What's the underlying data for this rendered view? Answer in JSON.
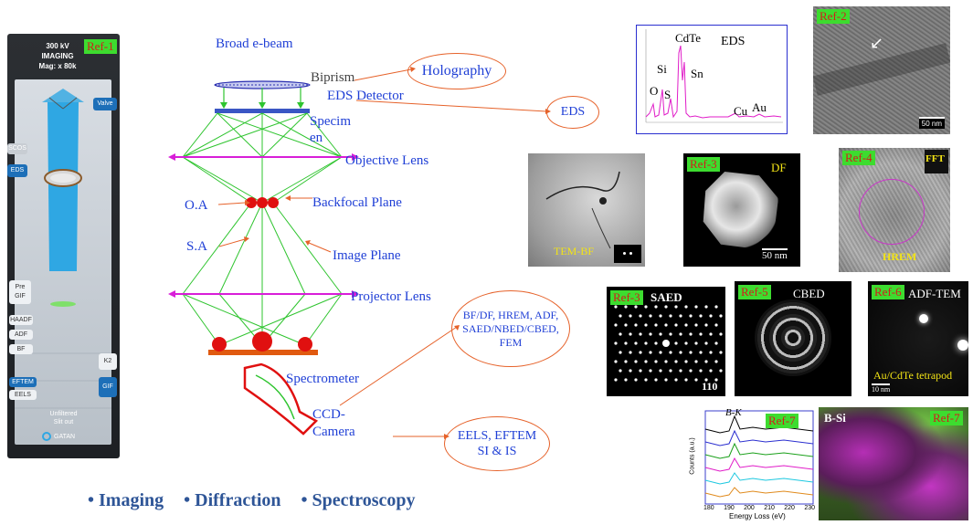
{
  "gatan_panel": {
    "header_lines": [
      "300 kV",
      "IMAGING",
      "Mag: x 80k"
    ],
    "ref": "Ref-1",
    "valve": "Valve",
    "side_buttons": [
      "SCOS",
      "EDS"
    ],
    "pre_gif": [
      "Pre",
      "GIF"
    ],
    "detectors": [
      "HAADF",
      "ADF",
      "BF"
    ],
    "k2": "K2",
    "eftem": "EFTEM",
    "eels": "EELS",
    "gif": "GIF",
    "footer_lines": [
      "Unfiltered",
      "Slit out"
    ],
    "brand": "GATAN"
  },
  "diagram": {
    "broad_ebeam": "Broad e-beam",
    "biprism": "Biprism",
    "eds_detector": "EDS Detector",
    "specimen_lines": [
      "Specim",
      "en"
    ],
    "objective_lens": "Objective Lens",
    "oa": "O.A",
    "backfocal": "Backfocal Plane",
    "sa": "S.A",
    "image_plane": "Image Plane",
    "projector_lens": "Projector Lens",
    "spectrometer": "Spectrometer",
    "ccd_lines": [
      "CCD-",
      "Camera"
    ]
  },
  "ovals": {
    "holography": "Holography",
    "eds": "EDS",
    "modes_lines": [
      "BF/DF, HREM, ADF,",
      "SAED/NBED/CBED,",
      "FEM"
    ],
    "eels_lines": [
      "EELS, EFTEM",
      "SI & IS"
    ]
  },
  "eds_spectrum": {
    "title": "EDS",
    "peaks": [
      "O",
      "Si",
      "S",
      "CdTe",
      "Sn",
      "Cu",
      "Au"
    ]
  },
  "panels": {
    "ref2": {
      "ref": "Ref-2",
      "scale": "50 nm"
    },
    "tem_bf": {
      "label": "TEM-BF"
    },
    "df": {
      "ref": "Ref-3",
      "label": "DF",
      "scale": "50 nm"
    },
    "hrem": {
      "ref": "Ref-4",
      "fft": "FFT",
      "label": "HREM"
    },
    "saed": {
      "ref": "Ref-3",
      "label": "SAED",
      "index": "110"
    },
    "cbed": {
      "ref": "Ref-5",
      "label": "CBED"
    },
    "adf": {
      "ref": "Ref-6",
      "label": "ADF-TEM",
      "sample": "Au/CdTe tetrapod",
      "scale": "10 nm"
    },
    "eels_plot": {
      "ref": "Ref-7",
      "edge": "B-K",
      "ylabel": "Counts (a.u.)",
      "xlabel": "Energy Loss (eV)",
      "ticks": [
        "180",
        "190",
        "200",
        "210",
        "220",
        "230"
      ]
    },
    "bsi": {
      "label": "B-Si",
      "ref": "Ref-7"
    }
  },
  "footer": {
    "items": [
      "• Imaging",
      "• Diffraction",
      "• Spectroscopy"
    ]
  }
}
